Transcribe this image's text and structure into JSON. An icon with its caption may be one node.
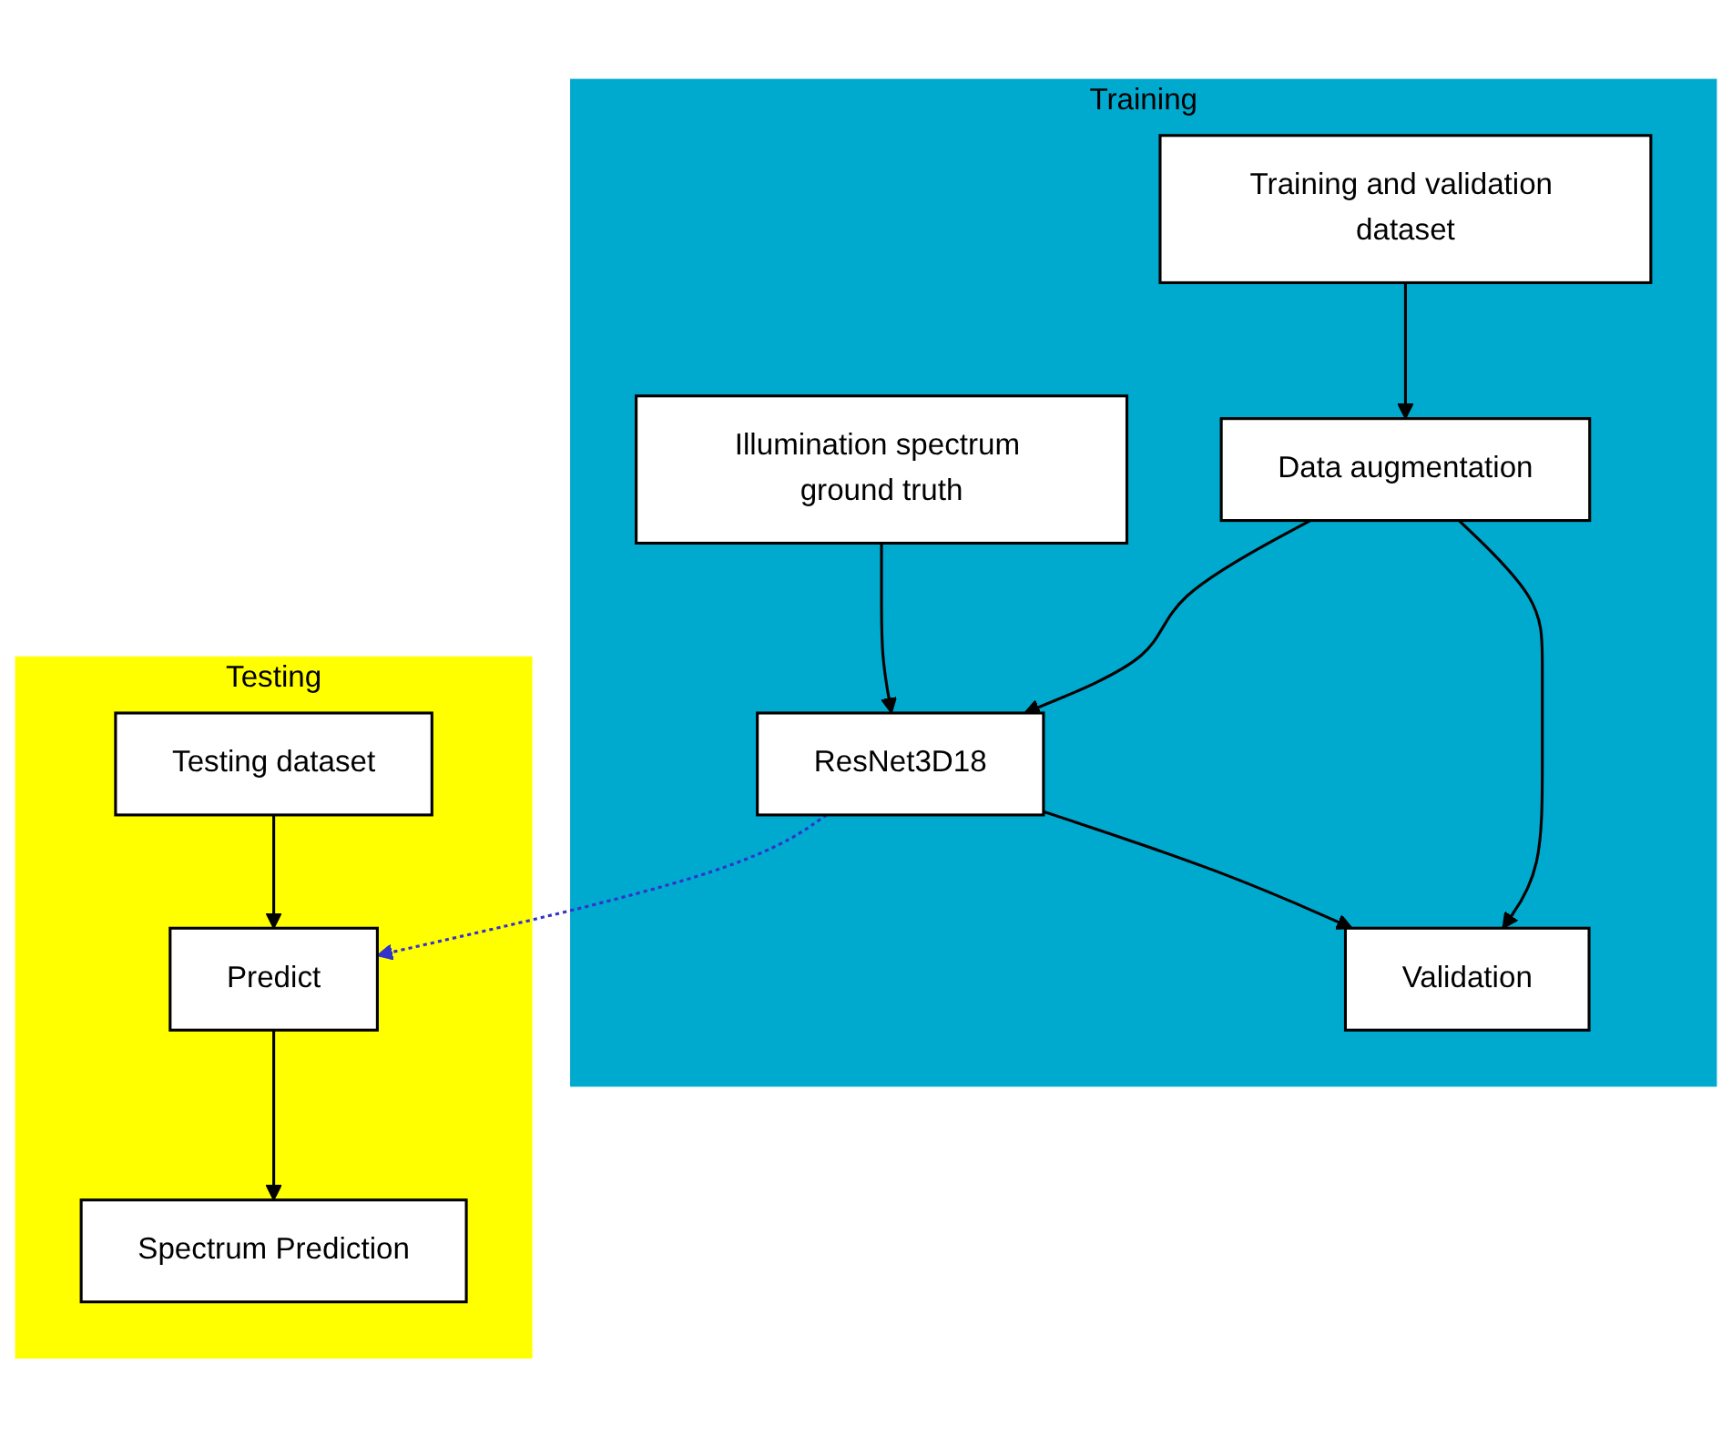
{
  "diagram": {
    "nodes": [
      {
        "text": [
          "Training"
        ]
      },
      {
        "text": [
          "Training and validation dataset"
        ],
        "in": 0
      },
      {
        "text": [
          "Data augmentation"
        ],
        "in": 0
      },
      {
        "text": [
          "Validation"
        ],
        "in": 0
      },
      {
        "text": [
          "ResNet3D18"
        ],
        "in": 0
      },
      {
        "text": [
          "Illumination spectrum ground truth"
        ],
        "in": 0
      },
      {
        "text": [
          "Testing"
        ]
      },
      {
        "text": [
          "Testing dataset"
        ],
        "in": 6
      },
      {
        "text": [
          "Predict"
        ],
        "in": 6
      },
      {
        "text": [
          "Spectrum Prediction"
        ],
        "in": 6
      }
    ],
    "edges": [
      {
        "from": 1,
        "to": 2,
        "arrow": "to"
      },
      {
        "from": 2,
        "to": 3,
        "arrow": "to"
      },
      {
        "from": 2,
        "to": 4,
        "arrow": "to"
      },
      {
        "from": 4,
        "to": 3,
        "arrow": "to"
      },
      {
        "from": 5,
        "to": 4,
        "arrow": "to"
      },
      {
        "from": 4,
        "to": 8,
        "arrow": "to",
        "style": "dashed",
        "color": "#3333cc"
      },
      {
        "from": 7,
        "to": 8,
        "arrow": "to"
      },
      {
        "from": 8,
        "to": 9,
        "arrow": "to"
      }
    ]
  }
}
